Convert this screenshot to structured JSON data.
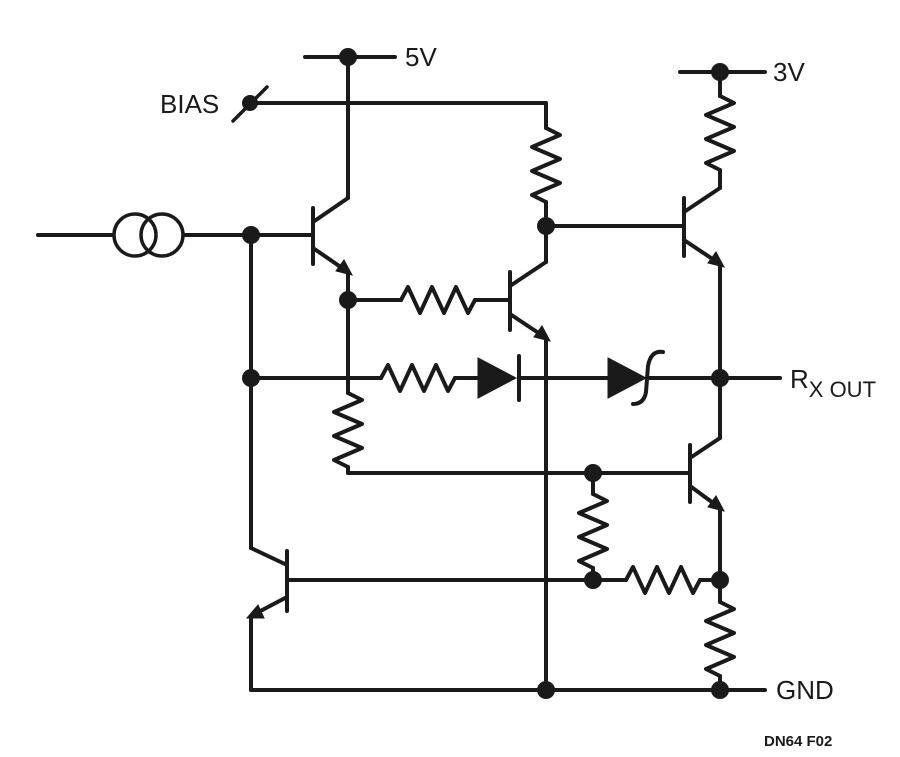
{
  "labels": {
    "supply_5v": "5V",
    "supply_3v": "3V",
    "bias": "BIAS",
    "rx_out_main": "R",
    "rx_out_sub": "X OUT",
    "gnd": "GND",
    "figure_id": "DN64 F02"
  }
}
